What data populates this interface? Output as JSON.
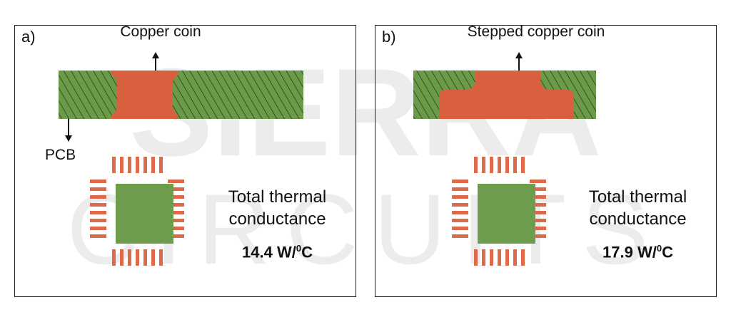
{
  "watermark": {
    "line1": "SIERRA",
    "line2": "CIRCUITS"
  },
  "panels": [
    {
      "label": "a)",
      "coin_label": "Copper coin",
      "pcb_label": "PCB",
      "perf_line1": "Total thermal",
      "perf_line2": "conductance",
      "value": "14.4 W/",
      "value_sup": "0",
      "value_unit": "C"
    },
    {
      "label": "b)",
      "coin_label": "Stepped copper coin",
      "perf_line1": "Total thermal",
      "perf_line2": "conductance",
      "value": "17.9 W/",
      "value_sup": "0",
      "value_unit": "C"
    }
  ],
  "colors": {
    "copper": "#d9603f",
    "pcb_green": "#6b9a48",
    "chip_green": "#6c9c4c",
    "pin_copper": "#dd6a48",
    "watermark": "#ececec"
  }
}
